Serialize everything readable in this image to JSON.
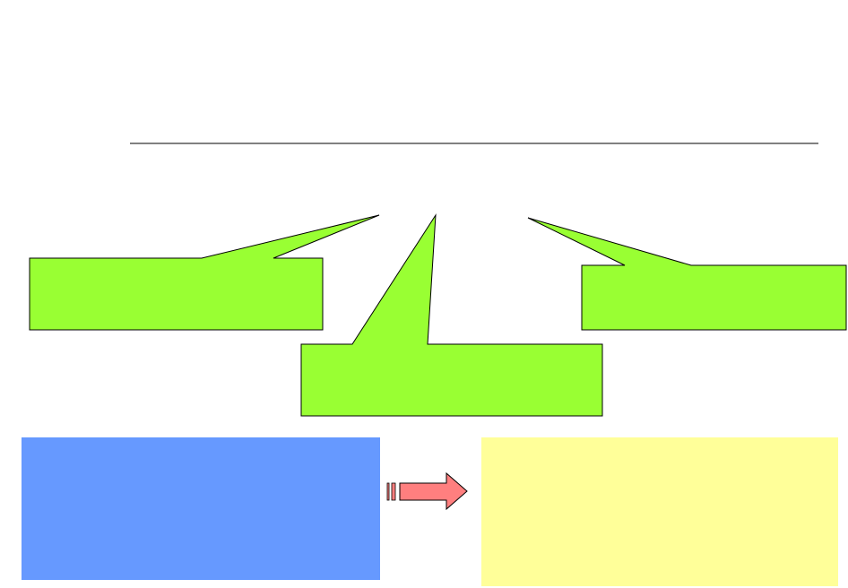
{
  "diagram": {
    "title": "",
    "callouts": [
      {
        "id": "left",
        "text": "",
        "color": "#99ff33"
      },
      {
        "id": "center",
        "text": "",
        "color": "#99ff33"
      },
      {
        "id": "right",
        "text": "",
        "color": "#99ff33"
      }
    ],
    "source_box": {
      "text": "",
      "color": "#6699ff"
    },
    "target_box": {
      "text": "",
      "color": "#ffff99"
    },
    "arrow": {
      "color": "#ff7f7f",
      "direction": "right"
    },
    "divider_color": "#000000"
  }
}
